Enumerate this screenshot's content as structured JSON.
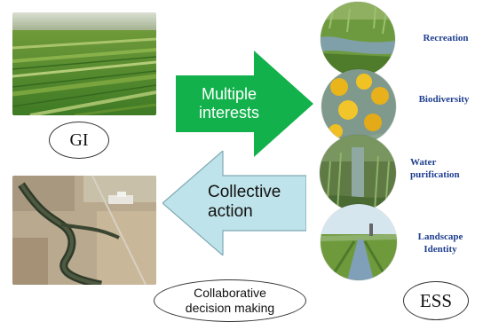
{
  "nodes": {
    "gi": "GI",
    "ess": "ESS",
    "collaborative": "Collaborative decision making"
  },
  "arrows": {
    "multiple_interests": "Multiple interests",
    "collective_action": "Collective action"
  },
  "services": [
    {
      "label": "Recreation"
    },
    {
      "label": "Biodiversity"
    },
    {
      "label": "Water purification"
    },
    {
      "label": "Landscape Identity"
    }
  ],
  "colors": {
    "forward_arrow": "#12b14b",
    "backward_arrow": "#bfe3ea",
    "service_text": "#1f3f8f"
  }
}
